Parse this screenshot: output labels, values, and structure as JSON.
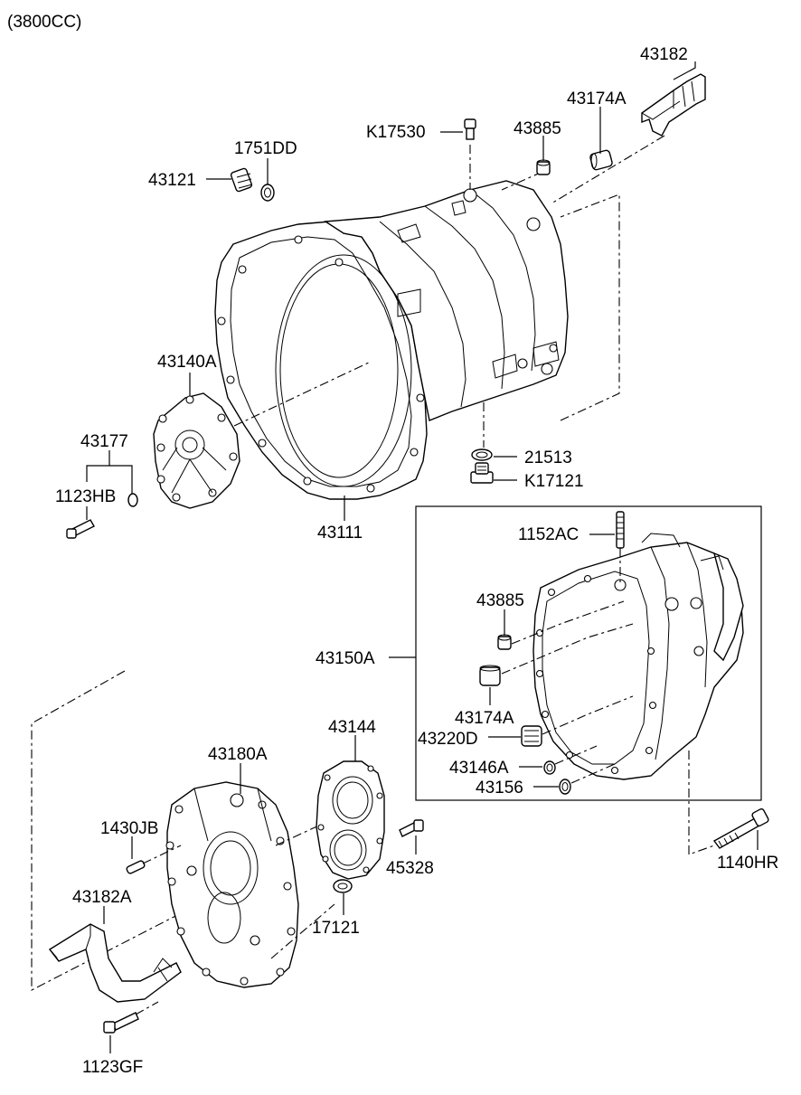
{
  "header": {
    "variant": "(3800CC)"
  },
  "labels": {
    "p43182": "43182",
    "p43174A_top": "43174A",
    "pK17530": "K17530",
    "p43885_top": "43885",
    "p1751DD": "1751DD",
    "p43121": "43121",
    "p43140A": "43140A",
    "p43177": "43177",
    "p1123HB": "1123HB",
    "p43111": "43111",
    "p21513": "21513",
    "pK17121": "K17121",
    "p1152AC": "1152AC",
    "p43885_mid": "43885",
    "p43150A": "43150A",
    "p43174A_mid": "43174A",
    "p43220D": "43220D",
    "p43146A": "43146A",
    "p43156": "43156",
    "p43144": "43144",
    "p43180A": "43180A",
    "p1430JB": "1430JB",
    "p45328": "45328",
    "p43182A": "43182A",
    "p17121": "17121",
    "p1140HR": "1140HR",
    "p1123GF": "1123GF"
  }
}
